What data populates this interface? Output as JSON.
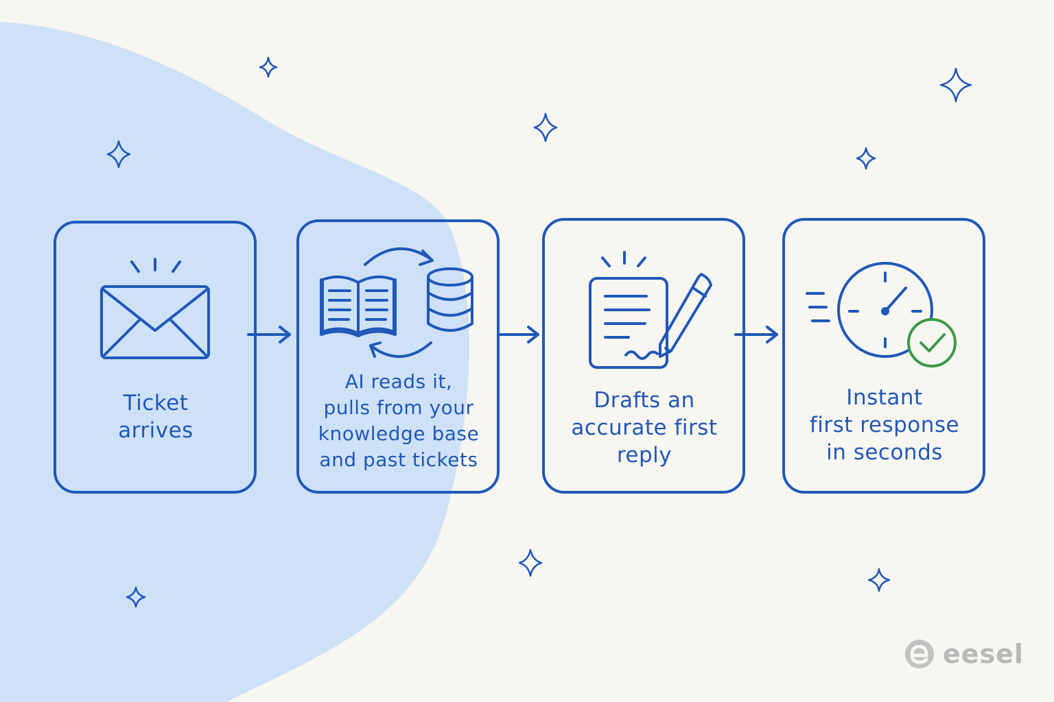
{
  "steps": [
    {
      "label": "Ticket\narrives",
      "icon": "envelope-icon"
    },
    {
      "label": "AI reads it,\npulls from your\nknowledge base\nand past tickets",
      "icon": "book-database-sync-icon"
    },
    {
      "label": "Drafts an\naccurate first\nreply",
      "icon": "document-pen-icon"
    },
    {
      "label": "Instant\nfirst response\nin seconds",
      "icon": "clock-check-icon"
    }
  ],
  "brand": {
    "name": "eesel",
    "icon": "eesel-logo-icon"
  },
  "colors": {
    "stroke": "#1f58b8",
    "blob": "#cfe1f7",
    "background": "#f8f6f1",
    "check": "#3a9a4a",
    "brand": "#b8b8b8"
  }
}
